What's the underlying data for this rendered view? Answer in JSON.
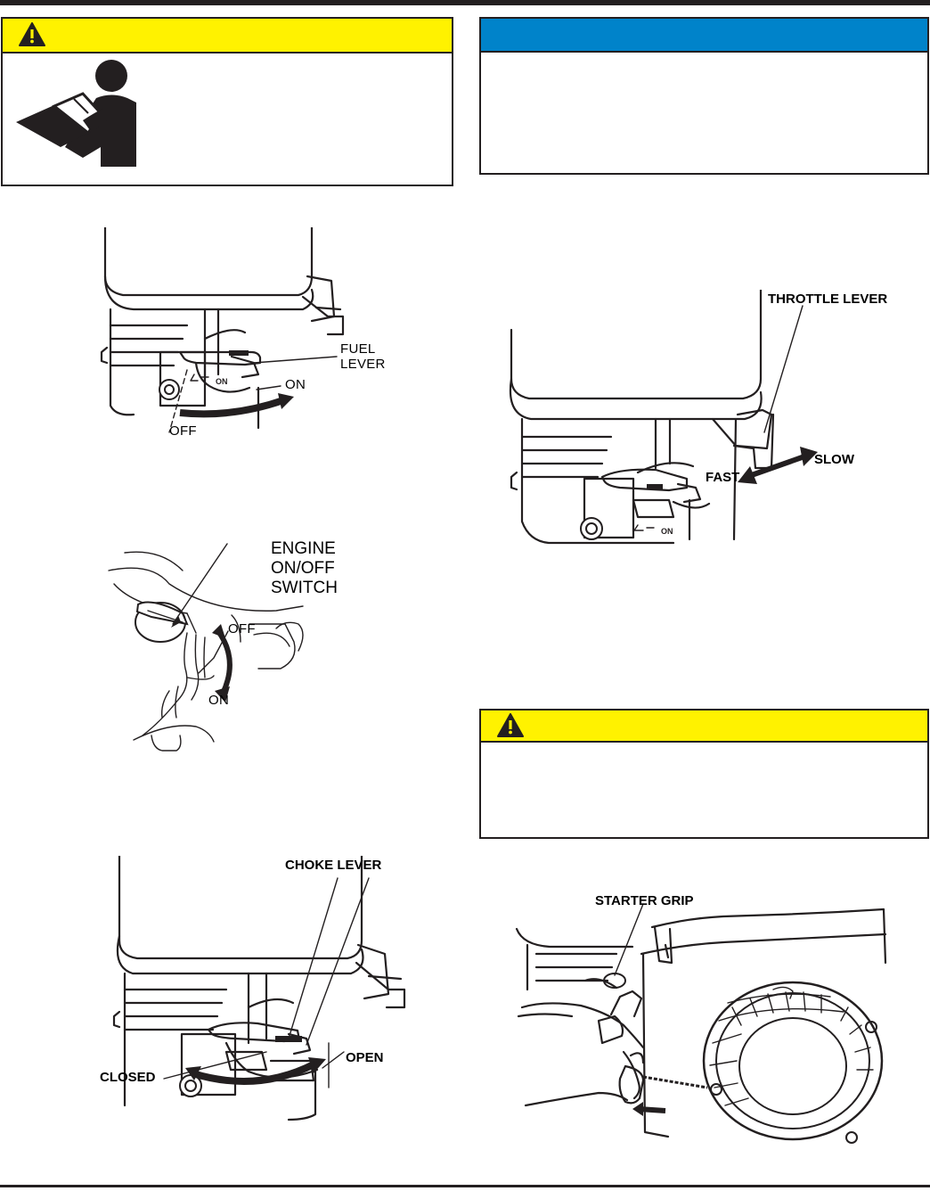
{
  "colors": {
    "warning_yellow": "#fff200",
    "notice_blue": "#0083ca",
    "ink": "#231f20"
  },
  "icons": {
    "warning": "warning-triangle-icon",
    "read_manual": "read-manual-icon"
  },
  "figures": {
    "fuel_valve": {
      "fuel_lever_label": "FUEL\nLEVER",
      "on_label": "ON",
      "off_label": "OFF",
      "valve_marking": "ON"
    },
    "engine_switch": {
      "switch_label": "ENGINE\nON/OFF\nSWITCH",
      "off_label": "OFF",
      "on_label": "ON"
    },
    "choke": {
      "choke_lever_label": "CHOKE LEVER",
      "closed_label": "CLOSED",
      "open_label": "OPEN"
    },
    "throttle": {
      "throttle_lever_label": "THROTTLE LEVER",
      "fast_label": "FAST",
      "slow_label": "SLOW",
      "valve_marking": "ON"
    },
    "starter": {
      "starter_grip_label": "STARTER GRIP"
    }
  }
}
